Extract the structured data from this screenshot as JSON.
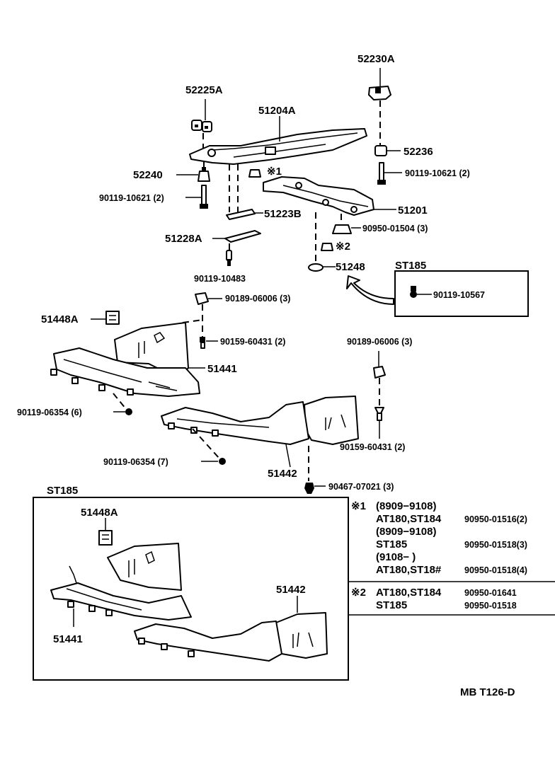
{
  "labels": {
    "p52230A": "52230A",
    "p52225A": "52225A",
    "p51204A": "51204A",
    "p52236": "52236",
    "p90119_10621_r": "90119-10621 (2)",
    "p52240": "52240",
    "p90119_10621_l": "90119-10621 (2)",
    "p51223B": "51223B",
    "p51201": "51201",
    "p90950_01504": "90950-01504 (3)",
    "p51228A": "51228A",
    "p90119_10483": "90119-10483",
    "p51248": "51248",
    "st185_top": "ST185",
    "p90119_10567": "90119-10567",
    "p90189_06006_a": "90189-06006 (3)",
    "p51448A_top": "51448A",
    "p90159_60431_a": "90159-60431 (2)",
    "p90189_06006_b": "90189-06006 (3)",
    "p51441_top": "51441",
    "p90119_06354_6": "90119-06354 (6)",
    "p90159_60431_b": "90159-60431 (2)",
    "p90119_06354_7": "90119-06354 (7)",
    "p51442_top": "51442",
    "p90467_07021": "90467-07021 (3)",
    "st185_bottom": "ST185",
    "p51448A_bottom": "51448A",
    "p51442_bottom": "51442",
    "p51441_bottom": "51441",
    "mark1": "※1",
    "mark2": "※2",
    "figure_code": "MB T126-D"
  },
  "notes": {
    "n1": {
      "mark": "※1",
      "rows": [
        {
          "model": "(8909−9108)",
          "part": ""
        },
        {
          "model": "AT180,ST184",
          "part": "90950-01516(2)"
        },
        {
          "model": "(8909−9108)",
          "part": ""
        },
        {
          "model": "ST185",
          "part": "90950-01518(3)"
        },
        {
          "model": "(9108−        )",
          "part": ""
        },
        {
          "model": "AT180,ST18#",
          "part": "90950-01518(4)"
        }
      ]
    },
    "n2": {
      "mark": "※2",
      "rows": [
        {
          "model": "AT180,ST184",
          "part": "90950-01641"
        },
        {
          "model": "ST185",
          "part": "90950-01518"
        }
      ]
    }
  }
}
